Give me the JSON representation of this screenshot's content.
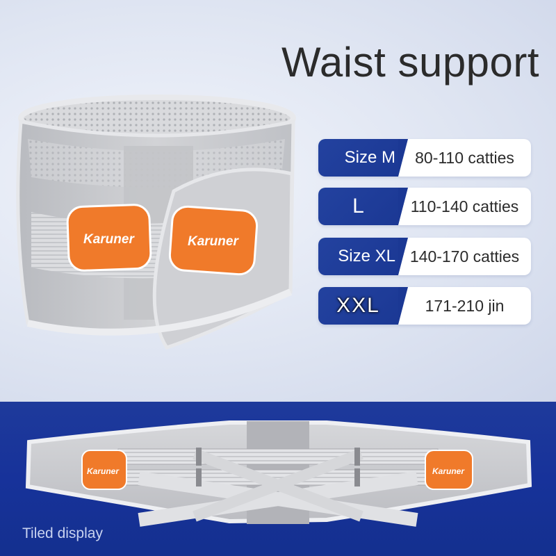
{
  "title": "Waist support",
  "sizes": [
    {
      "size": "Size M",
      "range": "80-110 catties"
    },
    {
      "size": "L",
      "range": "110-140 catties"
    },
    {
      "size": "Size XL",
      "range": "140-170 catties"
    },
    {
      "size": "XXL",
      "range": "171-210 jin"
    }
  ],
  "brand": "Karuner",
  "tiled_label": "Tiled display",
  "colors": {
    "background": "#e4e9f4",
    "navy": "#1b3894",
    "orange_pad": "#f07a2a",
    "belt_gray": "#c9cbd0"
  },
  "images": {
    "belt_worn": "waist-support-belt-worn",
    "belt_flat": "waist-support-belt-flat"
  }
}
